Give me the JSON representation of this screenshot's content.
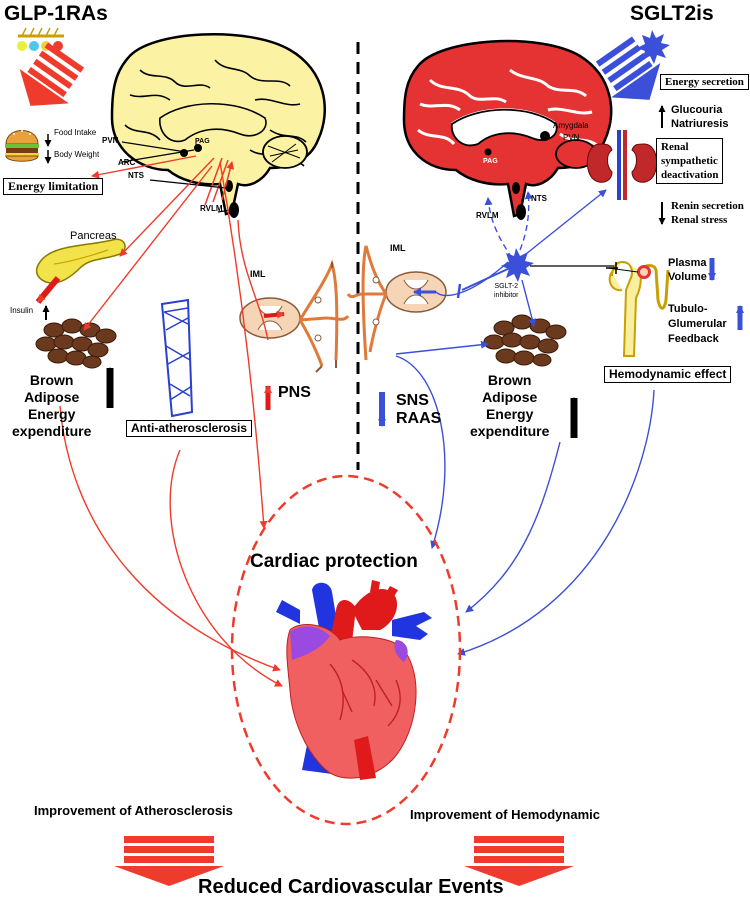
{
  "left_header": "GLP-1RAs",
  "right_header": "SGLT2is",
  "left": {
    "food_intake": "Food Intake",
    "body_weight": "Body Weight",
    "pvn": "PVN",
    "arc": "ARC",
    "pag": "PAG",
    "nts": "NTS",
    "rvlm": "RVLM",
    "energy_limitation": "Energy limitation",
    "pancreas": "Pancreas",
    "insulin": "Insulin",
    "brown_adipose": [
      "Brown",
      "Adipose",
      "Energy",
      "expenditure"
    ],
    "anti_atherosclerosis": "Anti-atherosclerosis",
    "iml": "IML",
    "pns": "PNS"
  },
  "right": {
    "pag": "PAG",
    "amygdala": "Amygdala",
    "pvn": "PVN",
    "nts": "NTS",
    "rvlm": "RVLM",
    "iml": "IML",
    "energy_secretion": "Energy secretion",
    "glucouria": "Glucouria",
    "natriuresis": "Natriuresis",
    "renal_sympathetic": [
      "Renal",
      "sympathetic",
      "deactivation"
    ],
    "renin_secretion": "Renin secretion",
    "renal_stress": "Renal stress",
    "sglt2_inhibitor": [
      "SGLT-2",
      "inhibitor"
    ],
    "plasma_volume": [
      "Plasma",
      "Volume"
    ],
    "tubulo": [
      "Tubulo-",
      "Glumerular",
      "Feedback"
    ],
    "hemodynamic_effect": "Hemodynamic effect",
    "brown_adipose": [
      "Brown",
      "Adipose",
      "Energy",
      "expenditure"
    ],
    "sns": "SNS",
    "raas": "RAAS"
  },
  "center": {
    "cardiac_protection": "Cardiac protection",
    "improvement_atherosclerosis": "Improvement of Atherosclerosis",
    "improvement_hemodynamic": "Improvement of Hemodynamic",
    "reduced_events": "Reduced Cardiovascular Events"
  },
  "colors": {
    "red": "#ef3b2c",
    "blue": "#3b4fd8",
    "brain_yellow": "#fbf3a3",
    "brain_red": "#e53232",
    "fat_brown": "#6b3a1e"
  }
}
